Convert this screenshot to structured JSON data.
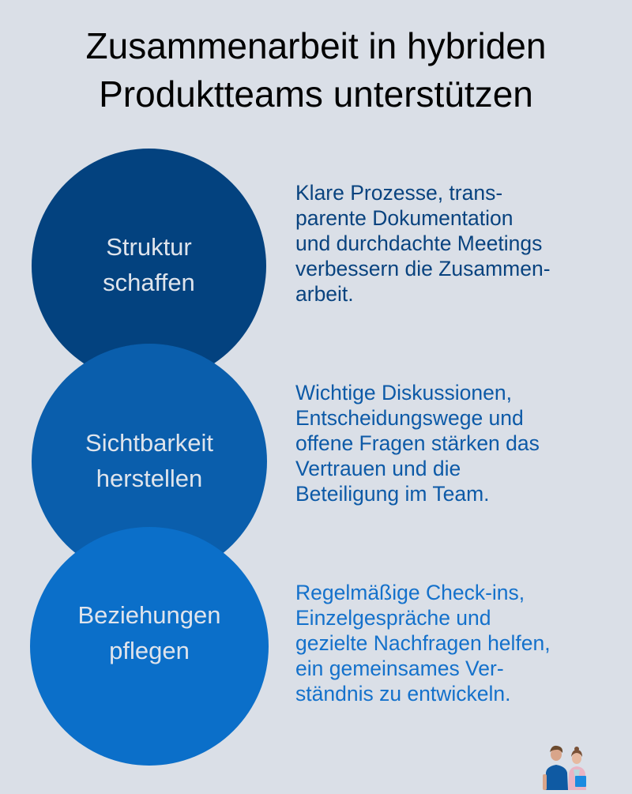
{
  "title": {
    "lines": [
      "Zusammenarbeit in hybriden",
      "Produktteams unterstützen"
    ]
  },
  "sections": [
    {
      "label_lines": [
        "Struktur",
        "schaffen"
      ],
      "color": "#03427f",
      "description_lines": [
        "Klare Prozesse, trans-",
        "parente Dokumentation",
        "und durchdachte Meetings",
        "verbessern die Zusammen-",
        "arbeit."
      ],
      "text_color": "#09437f"
    },
    {
      "label_lines": [
        "Sichtbarkeit",
        "herstellen"
      ],
      "color": "#0a5eac",
      "description_lines": [
        "Wichtige Diskussionen,",
        "Entscheidungswege und",
        "offene Fragen stärken das",
        "Vertrauen und die",
        "Beteiligung im Team."
      ],
      "text_color": "#0d5aa7"
    },
    {
      "label_lines": [
        "Beziehungen",
        "pflegen"
      ],
      "color": "#0b6fc9",
      "description_lines": [
        "Regelmäßige Check-ins,",
        "Einzelgespräche und",
        "gezielte Nachfragen helfen,",
        "ein gemeinsames Ver-",
        "ständnis zu entwickeln."
      ],
      "text_color": "#1471cb"
    }
  ],
  "illustration": {
    "icon": "two-people-photo-icon"
  },
  "colors": {
    "background": "#dadfe7",
    "title": "#000000",
    "circle_text": "#dfe4ec"
  }
}
